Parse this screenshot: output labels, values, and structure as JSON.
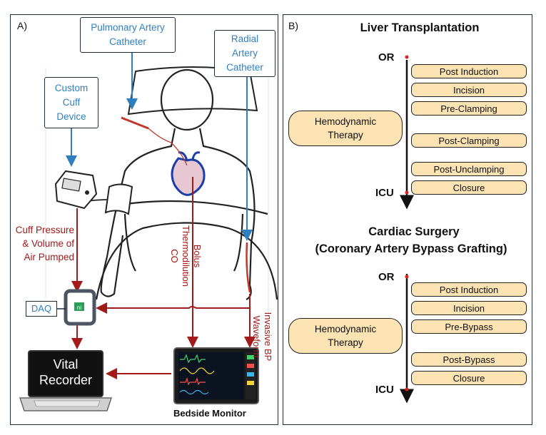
{
  "panel_a": {
    "label": "A)",
    "boxes": {
      "pulmonary": "Pulmonary Artery\nCatheter",
      "radial": "Radial\nArtery\nCatheter",
      "cuff": "Custom\nCuff\nDevice",
      "daq": "DAQ"
    },
    "red_labels": {
      "cuff_pressure": "Cuff Pressure\n& Volume of\nAir Pumped",
      "bolus": "Bolus\nThermodilution\nCO",
      "invasive": "Invasive BP\nWaveform"
    },
    "laptop": "Vital\nRecorder",
    "bedside_monitor": "Bedside Monitor"
  },
  "panel_b": {
    "label": "B)",
    "liver": {
      "title": "Liver Transplantation",
      "start": "OR",
      "end": "ICU",
      "therapy": "Hemodynamic\nTherapy",
      "phases": [
        "Post Induction",
        "Incision",
        "Pre-Clamping",
        "Post-Clamping",
        "Post-Unclamping",
        "Closure"
      ]
    },
    "cardiac": {
      "title_line1": "Cardiac Surgery",
      "title_line2": "(Coronary Artery Bypass Grafting)",
      "start": "OR",
      "end": "ICU",
      "therapy": "Hemodynamic\nTherapy",
      "phases": [
        "Post Induction",
        "Incision",
        "Pre-Bypass",
        "Post-Bypass",
        "Closure"
      ]
    }
  },
  "colors": {
    "blue_arrow": "#2f7fc0",
    "red_arrow": "#a31a1a",
    "phase_fill": "#fbe3b4"
  }
}
